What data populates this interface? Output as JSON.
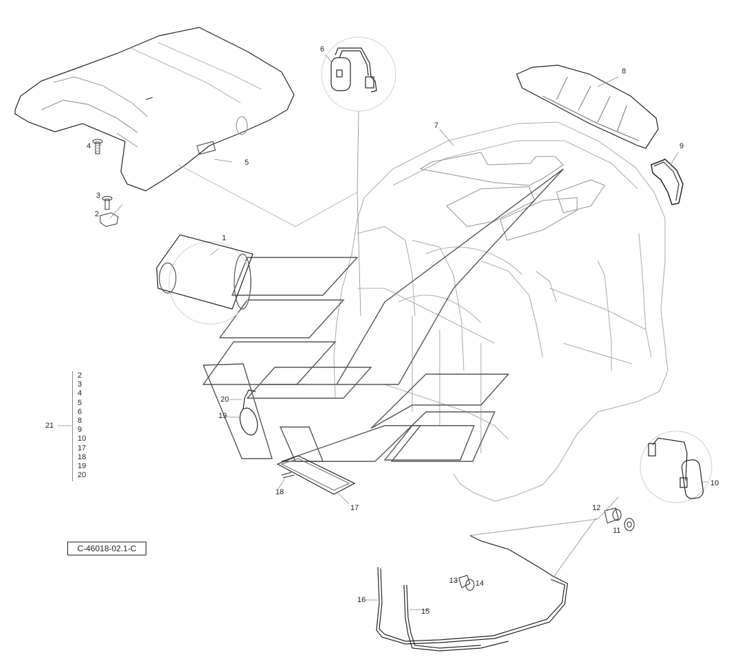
{
  "callouts": {
    "c1": "1",
    "c2": "2",
    "c3": "3",
    "c4": "4",
    "c5": "5",
    "c6": "6",
    "c7": "7",
    "c8": "8",
    "c9": "9",
    "c10": "10",
    "c11": "11",
    "c12": "12",
    "c13": "13",
    "c14": "14",
    "c15": "15",
    "c16": "16",
    "c17": "17",
    "c18": "18",
    "c19": "19",
    "c20": "20",
    "c21": "21"
  },
  "kit_contents": [
    "2",
    "3",
    "4",
    "5",
    "6",
    "8",
    "9",
    "10",
    "17",
    "18",
    "19",
    "20"
  ],
  "reference_code": "C-46018-02.1-C",
  "colors": {
    "line": "#222222",
    "leader": "#8a8a8a",
    "light": "#b5b5b5",
    "watermark": "#555555"
  }
}
